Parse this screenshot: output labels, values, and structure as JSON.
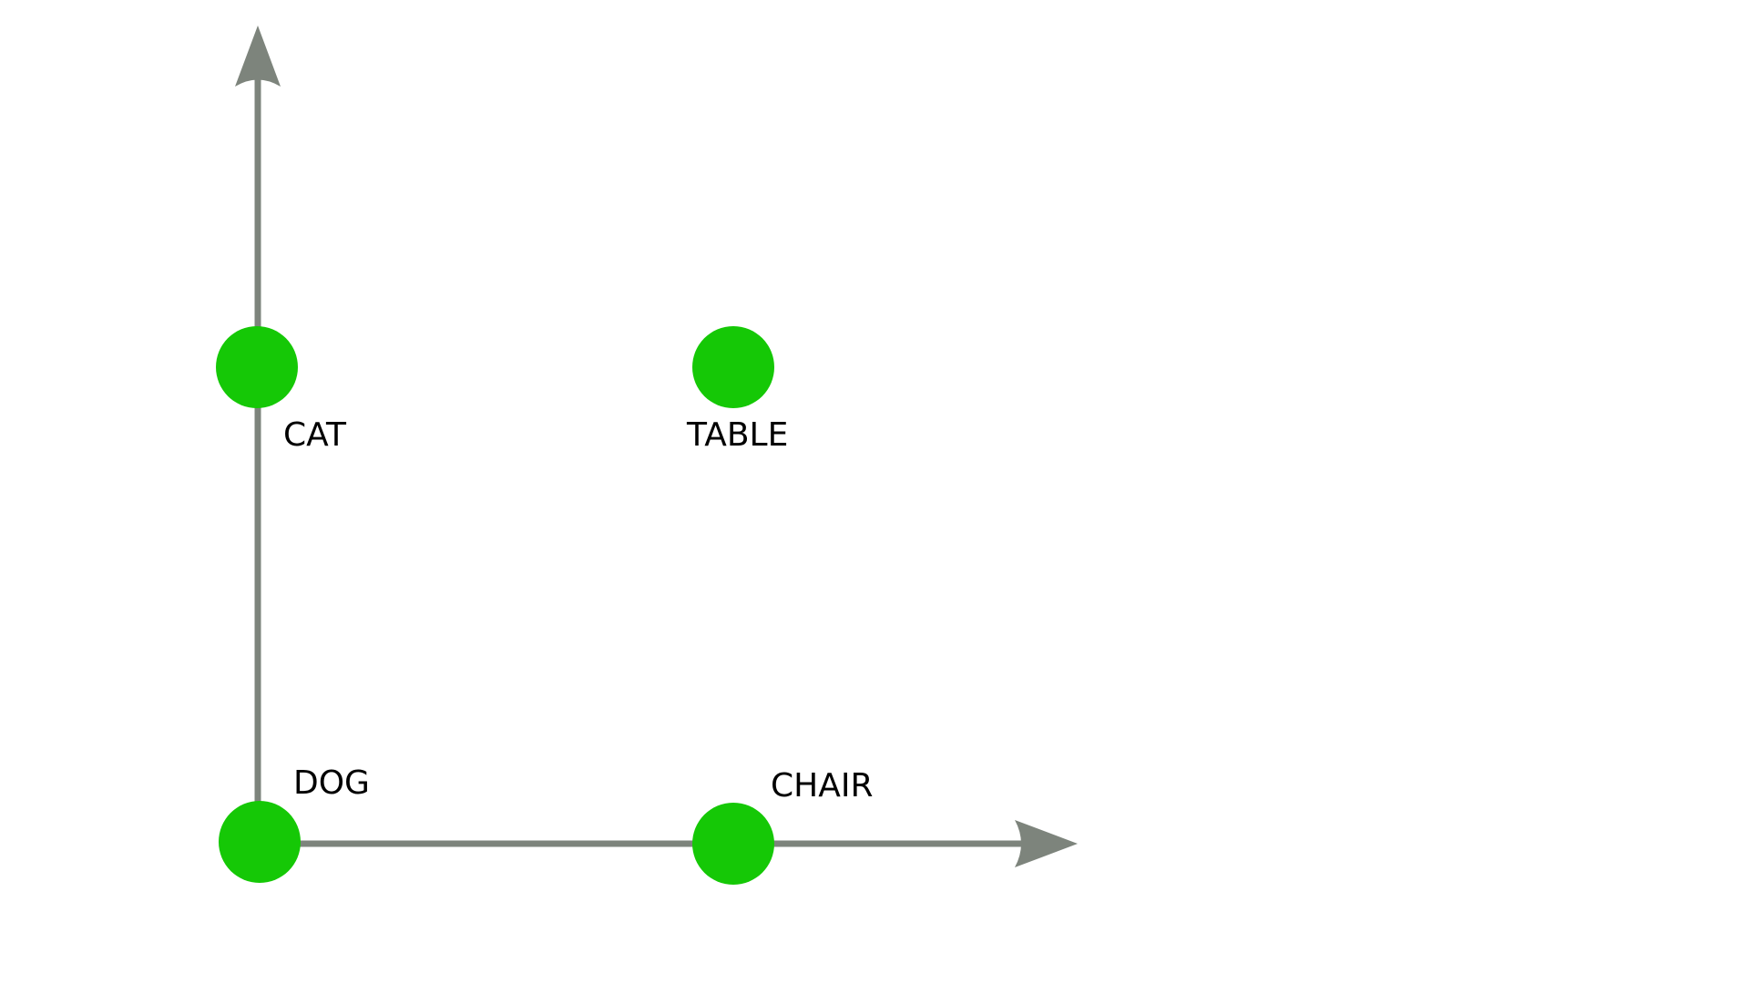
{
  "colors": {
    "axis": "#7d847c",
    "node": "#15c806",
    "label": "#000000",
    "background": "#ffffff"
  },
  "nodes": [
    {
      "label": "CAT"
    },
    {
      "label": "TABLE"
    },
    {
      "label": "DOG"
    },
    {
      "label": "CHAIR"
    }
  ]
}
